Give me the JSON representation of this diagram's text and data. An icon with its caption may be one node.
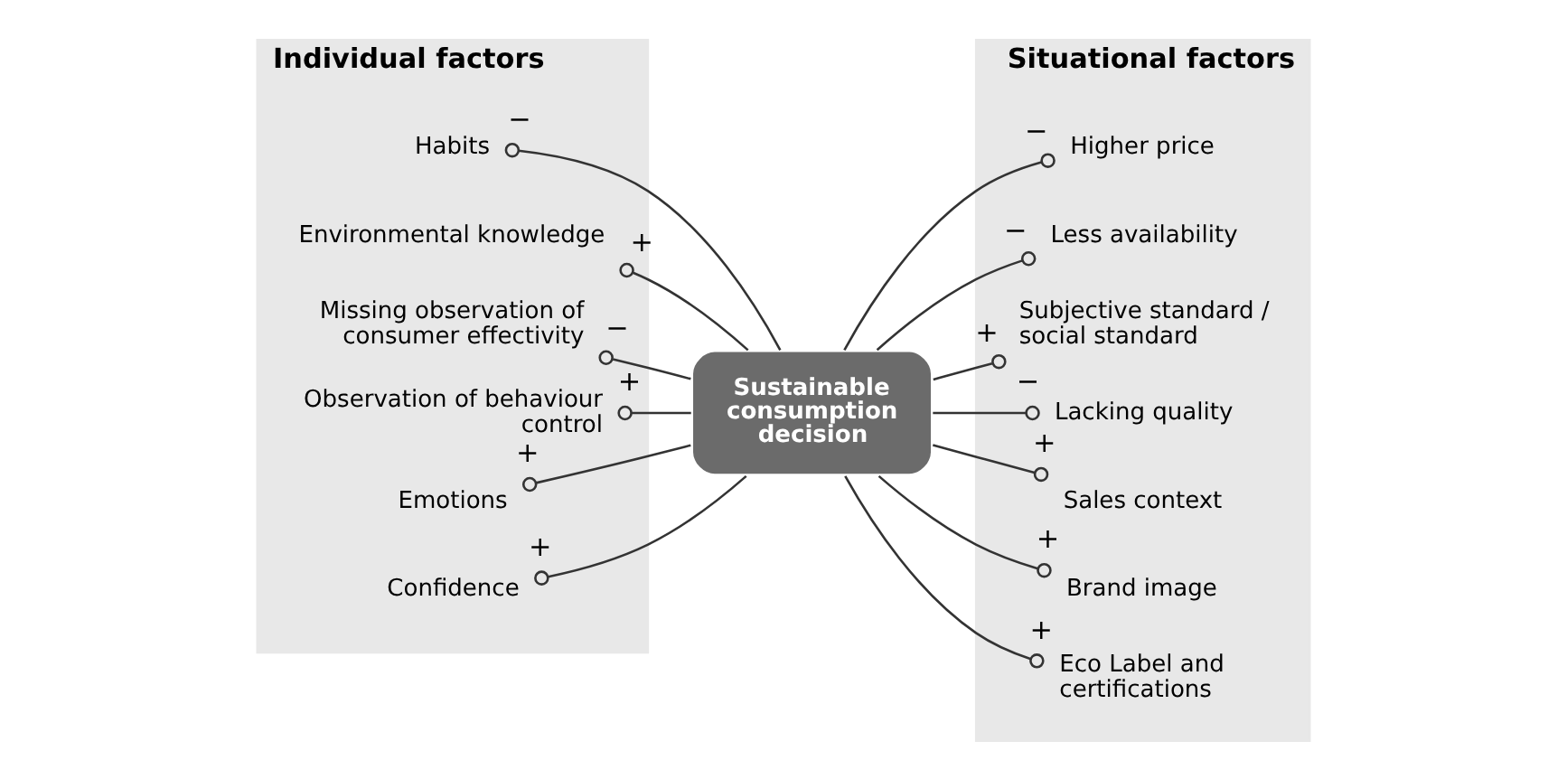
{
  "diagram": {
    "nodes": [
      {
        "text": [
          "Individual factors"
        ]
      },
      {
        "text": [
          "Habits"
        ],
        "in": 0
      },
      {
        "text": [
          "Environmental knowledge"
        ],
        "in": 0
      },
      {
        "text": [
          "Missing observation of consumer effectivity"
        ],
        "in": 0
      },
      {
        "text": [
          "Observation of behaviour control"
        ],
        "in": 0
      },
      {
        "text": [
          "Emotions"
        ],
        "in": 0
      },
      {
        "text": [
          "Confidence"
        ],
        "in": 0
      },
      {
        "text": [
          "Sustainable consumption decision"
        ]
      },
      {
        "text": [
          "Situational factors"
        ]
      },
      {
        "text": [
          "Higher price"
        ],
        "in": 8
      },
      {
        "text": [
          "Less availability"
        ],
        "in": 8
      },
      {
        "text": [
          "Subjective standard / social standard"
        ],
        "in": 8
      },
      {
        "text": [
          "Lacking quality"
        ],
        "in": 8
      },
      {
        "text": [
          "Sales context"
        ],
        "in": 8
      },
      {
        "text": [
          "Brand image"
        ],
        "in": 8
      },
      {
        "text": [
          "Eco Label and certifications"
        ],
        "in": 8
      }
    ],
    "edges": [
      {
        "from": 7,
        "to": 1,
        "arrow": "other",
        "label": "−"
      },
      {
        "from": 7,
        "to": 2,
        "arrow": "other",
        "label": "+"
      },
      {
        "from": 7,
        "to": 3,
        "arrow": "other",
        "label": "−"
      },
      {
        "from": 7,
        "to": 4,
        "arrow": "other",
        "label": "+"
      },
      {
        "from": 7,
        "to": 5,
        "arrow": "other",
        "label": "+"
      },
      {
        "from": 7,
        "to": 6,
        "arrow": "other",
        "label": "+"
      },
      {
        "from": 7,
        "to": 9,
        "arrow": "other",
        "label": "−"
      },
      {
        "from": 7,
        "to": 10,
        "arrow": "other",
        "label": "−"
      },
      {
        "from": 7,
        "to": 11,
        "arrow": "other",
        "label": "+"
      },
      {
        "from": 7,
        "to": 12,
        "arrow": "other",
        "label": "−"
      },
      {
        "from": 7,
        "to": 13,
        "arrow": "other",
        "label": "+"
      },
      {
        "from": 7,
        "to": 14,
        "arrow": "other",
        "label": "+"
      },
      {
        "from": 7,
        "to": 15,
        "arrow": "other",
        "label": "+"
      }
    ]
  }
}
